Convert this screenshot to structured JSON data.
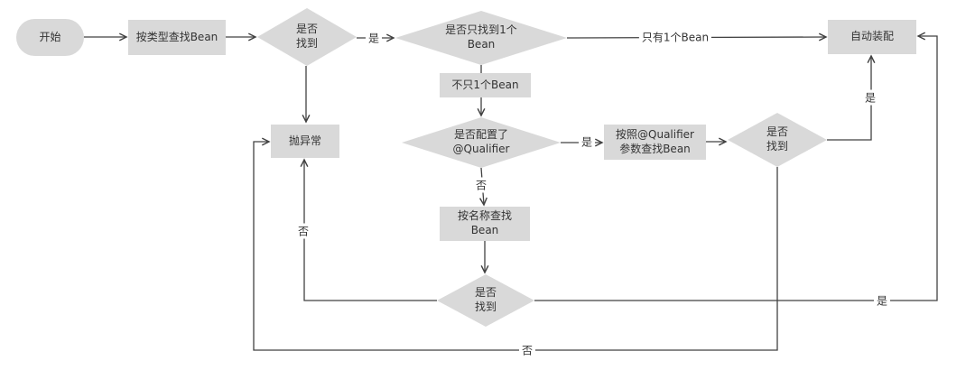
{
  "diagram": {
    "description": "Spring Bean autowiring flowchart",
    "colors": {
      "shape_fill": "#d9d9d9",
      "line": "#424242",
      "text": "#333333",
      "background": "#ffffff"
    },
    "nodes": {
      "start": {
        "label": "开始",
        "type": "terminator"
      },
      "find_by_type": {
        "label": "按类型查找Bean",
        "type": "process"
      },
      "found_after_type": {
        "label": "是否\n找到",
        "type": "decision"
      },
      "only_one_found": {
        "label": "是否只找到1个\nBean",
        "type": "decision"
      },
      "not_only_one": {
        "label": "不只1个Bean",
        "type": "edge-label-box"
      },
      "autowire": {
        "label": "自动装配",
        "type": "process"
      },
      "qualifier_configured": {
        "label": "是否配置了\n@Qualifier",
        "type": "decision"
      },
      "throw_exception": {
        "label": "抛异常",
        "type": "process"
      },
      "find_by_qualifier": {
        "label": "按照@Qualifier\n参数查找Bean",
        "type": "process"
      },
      "found_after_qualifier": {
        "label": "是否\n找到",
        "type": "decision"
      },
      "find_by_name": {
        "label": "按名称查找\nBean",
        "type": "process"
      },
      "found_after_name": {
        "label": "是否\n找到",
        "type": "decision"
      }
    },
    "edge_labels": {
      "type_found_yes": "是",
      "only_one_bean": "只有1个Bean",
      "qualifier_yes": "是",
      "qualifier_no": "否",
      "qualifier_found_yes": "是",
      "qualifier_not_found_no": "否",
      "name_found_yes": "是",
      "name_not_found_no": "否"
    }
  }
}
